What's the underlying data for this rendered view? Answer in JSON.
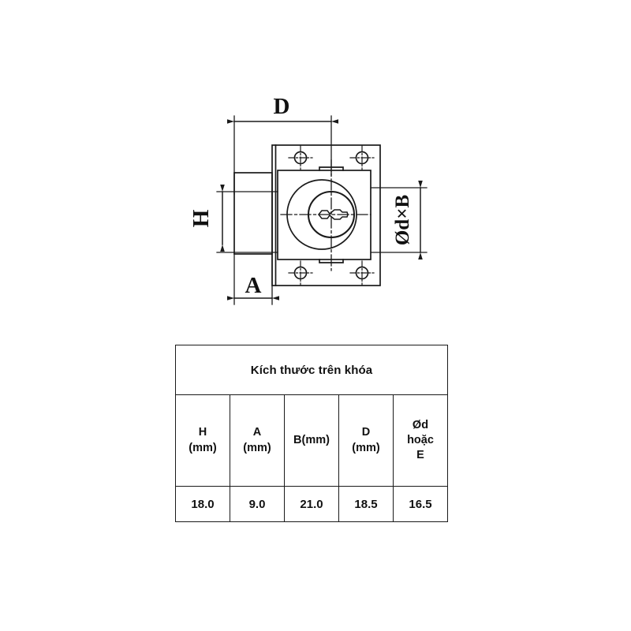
{
  "document": {
    "kind": "technical-drawing",
    "subject": "cabinet drawer lock dimension drawing"
  },
  "drawing": {
    "labels": {
      "d_top": "D",
      "h_left": "H",
      "a_bottom": "A",
      "db_right": "Ød×B"
    },
    "parts": {
      "backplate": "mounting-backplate",
      "body": "lock-body",
      "cylinder": "key-cylinder",
      "keyway": "keyway-slot",
      "screw_holes": 4,
      "side_view": "side-profile-block"
    }
  },
  "table": {
    "title": "Kích thước trên khóa",
    "columns": [
      {
        "key": "H",
        "header_lines": [
          "H",
          "(mm)"
        ]
      },
      {
        "key": "A",
        "header_lines": [
          "A",
          "(mm)"
        ]
      },
      {
        "key": "B",
        "header_lines": [
          "B(mm)"
        ]
      },
      {
        "key": "D",
        "header_lines": [
          "D",
          "(mm)"
        ]
      },
      {
        "key": "OD",
        "header_lines": [
          "Ød",
          "hoặc",
          "E"
        ]
      }
    ],
    "header": {
      "h_l1": "H",
      "h_l2": "(mm)",
      "a_l1": "A",
      "a_l2": "(mm)",
      "b_l1": "B(mm)",
      "d_l1": "D",
      "d_l2": "(mm)",
      "od_l1": "Ød",
      "od_l2": "hoặc",
      "od_l3": "E"
    },
    "row": {
      "h": "18.0",
      "a": "9.0",
      "b": "21.0",
      "d": "18.5",
      "od": "16.5"
    }
  },
  "colors": {
    "line": "#1a1a1a",
    "background": "#ffffff"
  }
}
